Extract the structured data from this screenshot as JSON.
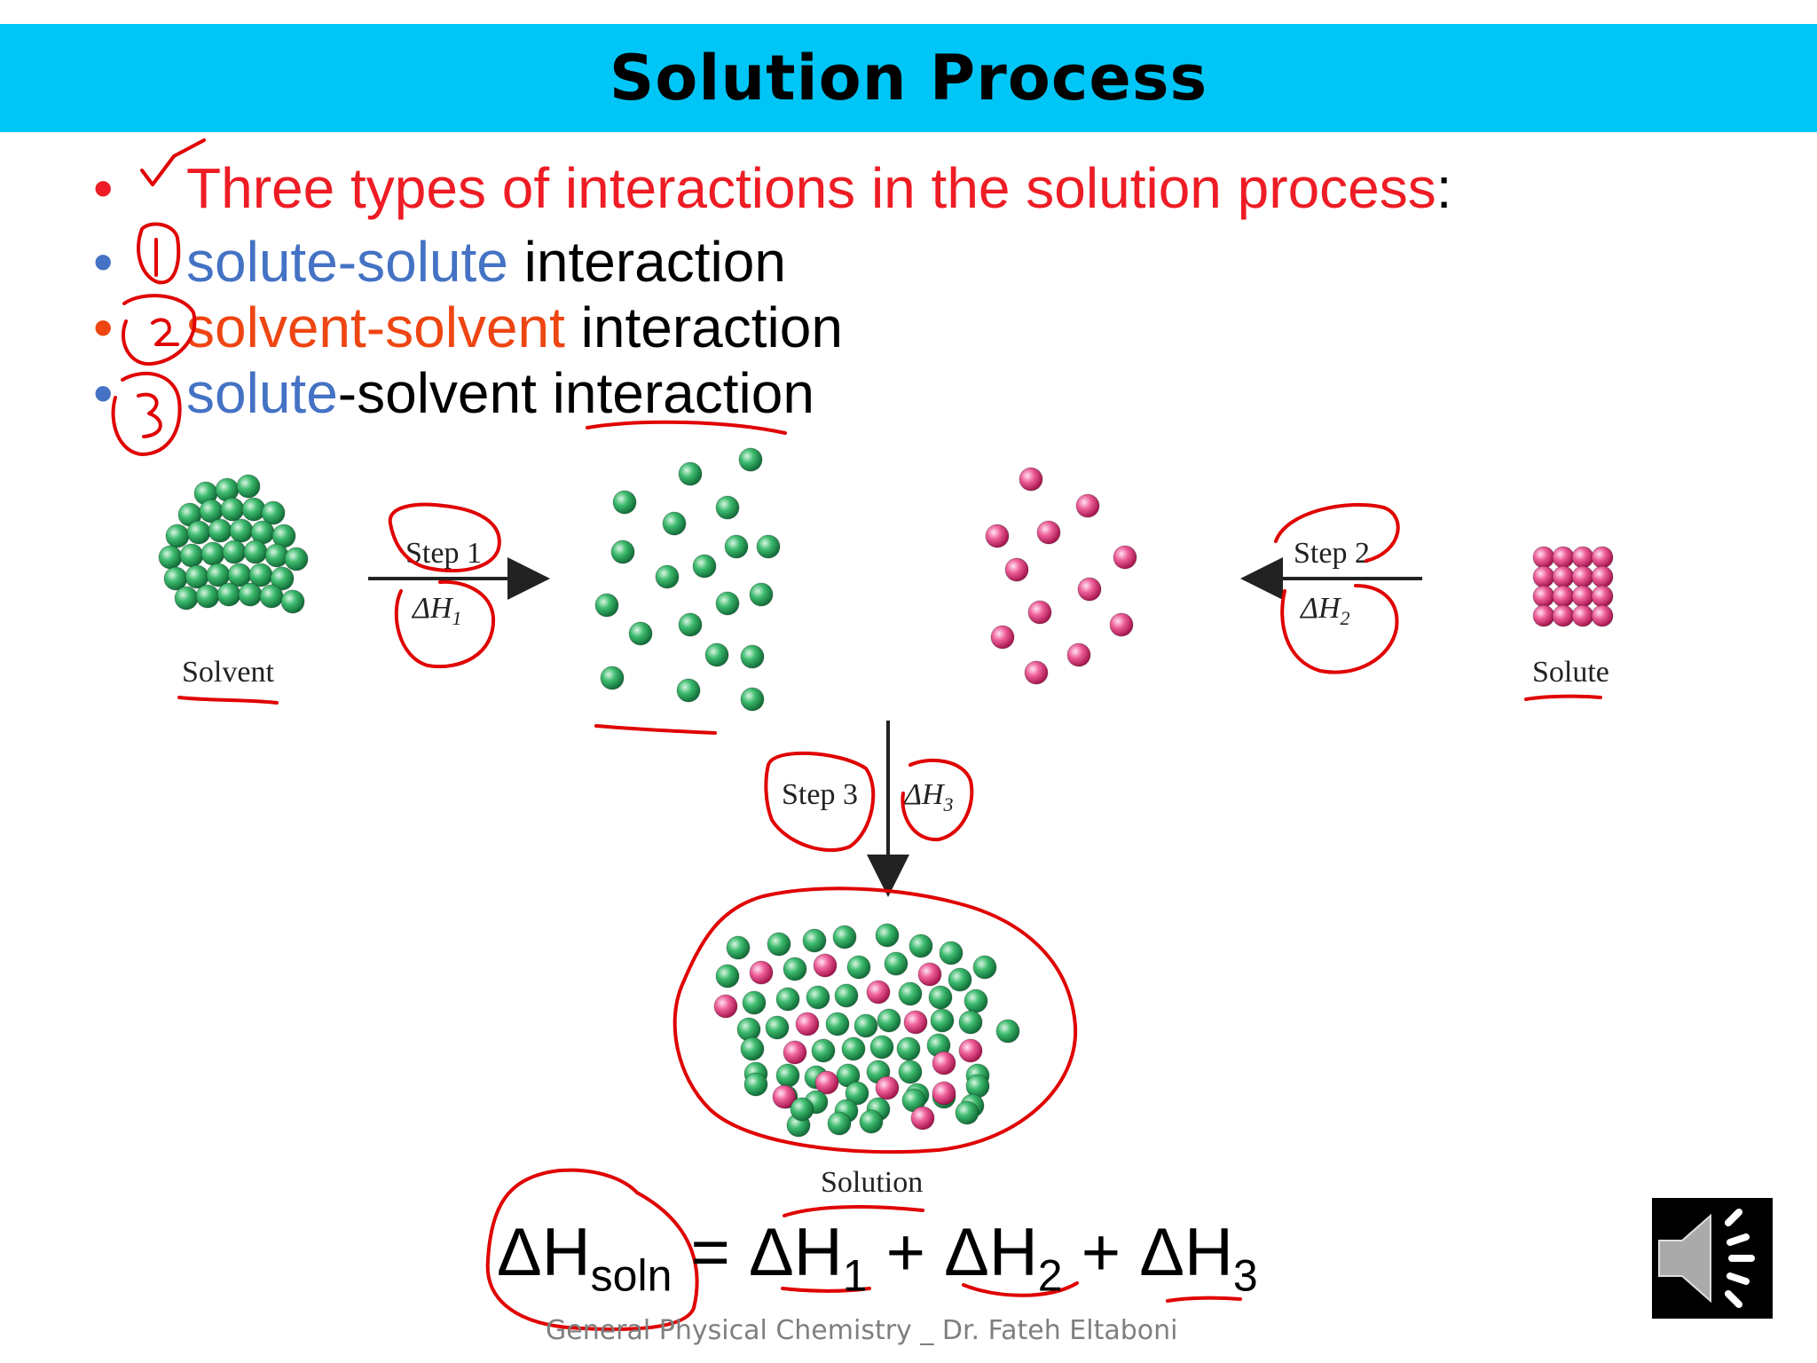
{
  "slide": {
    "title": "Solution Process",
    "bullets": [
      {
        "marker": "•",
        "parts": [
          {
            "text": "Three types of interactions in the solution process",
            "color": "#ee1c24"
          },
          {
            "text": ":",
            "color": "#000000"
          }
        ]
      },
      {
        "marker": "•",
        "parts": [
          {
            "text": "solute-solute",
            "color": "#4472c4"
          },
          {
            "text": " interaction",
            "color": "#000000"
          }
        ]
      },
      {
        "marker": "•",
        "parts": [
          {
            "text": "solvent-solvent",
            "color": "#ee4512"
          },
          {
            "text": " interaction",
            "color": "#000000"
          }
        ]
      },
      {
        "marker": "•",
        "parts": [
          {
            "text": "solute",
            "color": "#4472c4"
          },
          {
            "text": "-solvent interaction",
            "color": "#000000"
          }
        ]
      }
    ],
    "figure": {
      "solvent_label": "Solvent",
      "solute_label": "Solute",
      "solution_label": "Solution",
      "step1_label": "Step 1",
      "step1_dh": "ΔH",
      "step1_sub": "1",
      "step2_label": "Step 2",
      "step2_dh": "ΔH",
      "step2_sub": "2",
      "step3_label": "Step 3",
      "step3_dh": "ΔH",
      "step3_sub": "3",
      "solvent_color": "#2aa35a",
      "solute_color": "#e84a8c"
    },
    "equation": {
      "lhs": "ΔH",
      "lhs_sub": "soln",
      "eq": "=",
      "t1": "ΔH",
      "t1_sub": "1",
      "plus": "+",
      "t2": "ΔH",
      "t2_sub": "2",
      "t3": "ΔH",
      "t3_sub": "3"
    },
    "footer": "General Physical Chemistry _ Dr. Fateh Eltaboni",
    "speaker_icon": "speaker-icon",
    "annotation_color": "#e00000"
  }
}
